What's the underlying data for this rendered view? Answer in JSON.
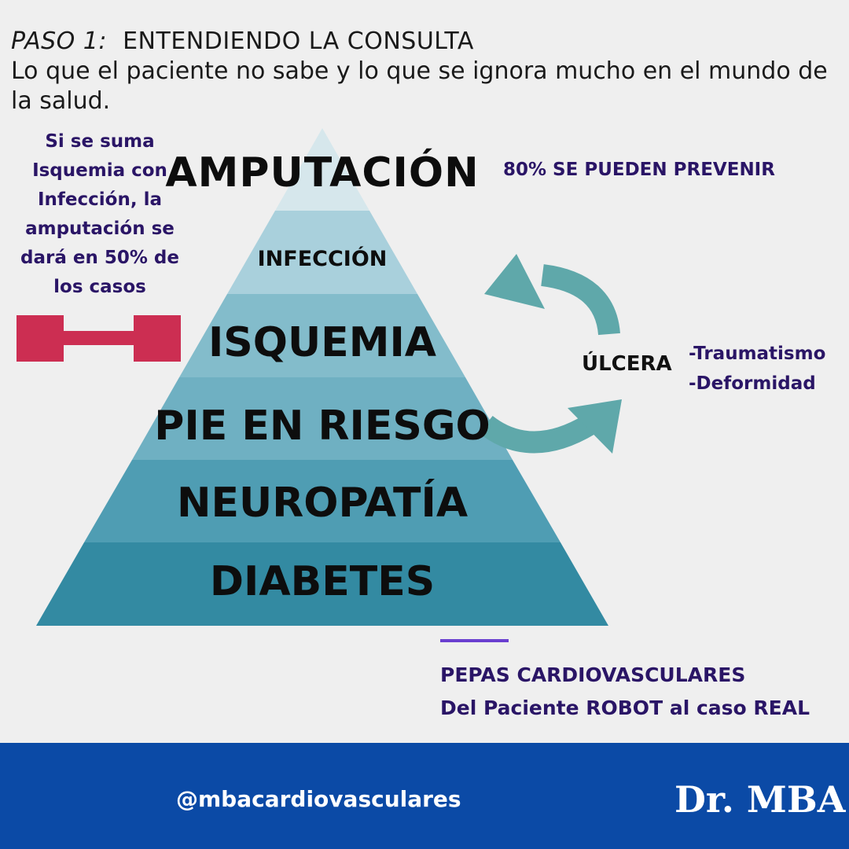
{
  "header": {
    "step_label": "PASO 1:",
    "step_title": "ENTENDIENDO LA CONSULTA",
    "subtitle": "Lo que el paciente no sabe y lo que se ignora mucho en el mundo de la salud."
  },
  "side_note": "Si se suma Isquemia con Infección, la amputación se dará en 50% de los casos",
  "prevention_note": "80% SE PUEDEN PREVENIR",
  "pyramid": {
    "levels": [
      {
        "label": "AMPUTACIÓN",
        "color": "#d6e7ec"
      },
      {
        "label": "INFECCIÓN",
        "color": "#a9d0dc"
      },
      {
        "label": "ISQUEMIA",
        "color": "#83bccb"
      },
      {
        "label": "PIE EN RIESGO",
        "color": "#6fb0c2"
      },
      {
        "label": "NEUROPATÍA",
        "color": "#4f9db3"
      },
      {
        "label": "DIABETES",
        "color": "#338aa2"
      }
    ]
  },
  "cycle": {
    "center_label": "ÚLCERA",
    "causes": [
      "-Traumatismo",
      "-Deformidad"
    ],
    "arrow_color": "#5fa8aa"
  },
  "connector_icon": "dumbbell-icon",
  "connector_color": "#cc2e52",
  "credit": {
    "line1": "PEPAS CARDIOVASCULARES",
    "line2": "Del Paciente ROBOT al caso REAL"
  },
  "footer": {
    "handle": "@mbacardiovasculares",
    "brand": "Dr. MBA",
    "background": "#0b4aa6"
  }
}
